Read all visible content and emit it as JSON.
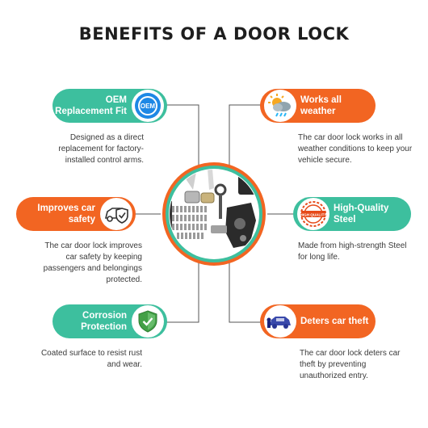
{
  "title": "BENEFITS OF A DOOR LOCK",
  "colors": {
    "teal": "#3dbf9e",
    "orange": "#f26522",
    "text": "#3a3a3a",
    "title": "#1e1e1e"
  },
  "benefits": [
    {
      "label": "OEM Replacement Fit",
      "icon": "oem-badge-icon",
      "badge_text": "OEM",
      "description": "Designed as a direct replacement for factory-installed control arms."
    },
    {
      "label": "Works all weather",
      "icon": "weather-icon",
      "description": "The car door lock works in all weather conditions to keep your vehicle secure."
    },
    {
      "label": "Improves car safety",
      "icon": "car-shield-icon",
      "description": "The car door lock improves car safety by keeping passengers and belongings protected."
    },
    {
      "label": "High-Quality Steel",
      "icon": "high-quality-stamp-icon",
      "badge_text": "HIGH QUALITY",
      "description": "Made from high-strength Steel for long life."
    },
    {
      "label": "Corrosion Protection",
      "icon": "shield-check-icon",
      "description": "Coated surface to resist rust and wear."
    },
    {
      "label": "Deters car theft",
      "icon": "car-thief-icon",
      "description": "The car door lock deters car theft by preventing unauthorized entry."
    }
  ]
}
